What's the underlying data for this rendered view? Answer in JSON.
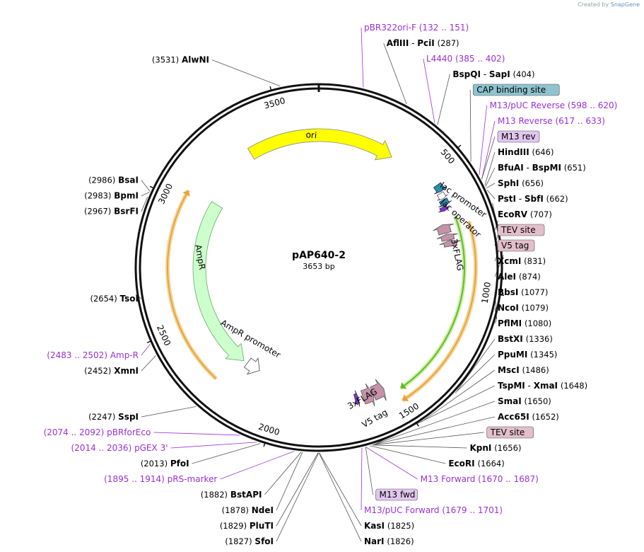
{
  "watermark": {
    "prefix": "Created by",
    "brand": "SnapGene"
  },
  "plasmid": {
    "name": "pAP640-2",
    "size": "3653 bp",
    "length": 3653
  },
  "ticks": [
    {
      "bp": 500,
      "label": "500"
    },
    {
      "bp": 1000,
      "label": "1000"
    },
    {
      "bp": 1500,
      "label": "1500"
    },
    {
      "bp": 2000,
      "label": "2000"
    },
    {
      "bp": 2500,
      "label": "2500"
    },
    {
      "bp": 3000,
      "label": "3000"
    },
    {
      "bp": 3500,
      "label": "3500"
    }
  ],
  "sites": [
    {
      "name": "AlwNI",
      "coord": "(3531)",
      "bp": 3531,
      "side": "L"
    },
    {
      "name": "AflIII",
      "name2": "PciI",
      "coord": "(287)",
      "bp": 287,
      "side": "R"
    },
    {
      "name": "BspQI",
      "name2": "SapI",
      "coord": "(404)",
      "bp": 404,
      "side": "R"
    },
    {
      "name": "HindIII",
      "coord": "(646)",
      "bp": 646,
      "side": "R"
    },
    {
      "name": "BfuAI",
      "name2": "BspMI",
      "coord": "(651)",
      "bp": 651,
      "side": "R"
    },
    {
      "name": "SphI",
      "coord": "(656)",
      "bp": 656,
      "side": "R"
    },
    {
      "name": "PstI",
      "name2": "SbfI",
      "coord": "(662)",
      "bp": 662,
      "side": "R"
    },
    {
      "name": "EcoRV",
      "coord": "(707)",
      "bp": 707,
      "side": "R"
    },
    {
      "name": "XcmI",
      "coord": "(831)",
      "bp": 831,
      "side": "R"
    },
    {
      "name": "AleI",
      "coord": "(874)",
      "bp": 874,
      "side": "R"
    },
    {
      "name": "BbsI",
      "coord": "(1077)",
      "bp": 1077,
      "side": "R"
    },
    {
      "name": "NcoI",
      "coord": "(1079)",
      "bp": 1079,
      "side": "R"
    },
    {
      "name": "PflMI",
      "coord": "(1080)",
      "bp": 1080,
      "side": "R"
    },
    {
      "name": "BstXI",
      "coord": "(1336)",
      "bp": 1336,
      "side": "R"
    },
    {
      "name": "PpuMI",
      "coord": "(1345)",
      "bp": 1345,
      "side": "R"
    },
    {
      "name": "MscI",
      "coord": "(1486)",
      "bp": 1486,
      "side": "R"
    },
    {
      "name": "TspMI",
      "name2": "XmaI",
      "coord": "(1648)",
      "bp": 1648,
      "side": "R"
    },
    {
      "name": "SmaI",
      "coord": "(1650)",
      "bp": 1650,
      "side": "R"
    },
    {
      "name": "Acc65I",
      "coord": "(1652)",
      "bp": 1652,
      "side": "R"
    },
    {
      "name": "KpnI",
      "coord": "(1656)",
      "bp": 1656,
      "side": "R"
    },
    {
      "name": "EcoRI",
      "coord": "(1664)",
      "bp": 1664,
      "side": "R"
    },
    {
      "name": "KasI",
      "coord": "(1825)",
      "bp": 1825,
      "side": "R"
    },
    {
      "name": "NarI",
      "coord": "(1826)",
      "bp": 1826,
      "side": "R"
    },
    {
      "name": "SfoI",
      "coord": "(1827)",
      "bp": 1827,
      "side": "L"
    },
    {
      "name": "PluTI",
      "coord": "(1829)",
      "bp": 1829,
      "side": "L"
    },
    {
      "name": "NdeI",
      "coord": "(1878)",
      "bp": 1878,
      "side": "L"
    },
    {
      "name": "BstAPI",
      "coord": "(1882)",
      "bp": 1882,
      "side": "L"
    },
    {
      "name": "PfoI",
      "coord": "(2013)",
      "bp": 2013,
      "side": "L"
    },
    {
      "name": "SspI",
      "coord": "(2247)",
      "bp": 2247,
      "side": "L"
    },
    {
      "name": "XmnI",
      "coord": "(2452)",
      "bp": 2452,
      "side": "L"
    },
    {
      "name": "TsoI",
      "coord": "(2654)",
      "bp": 2654,
      "side": "L"
    },
    {
      "name": "BsrFI",
      "coord": "(2967)",
      "bp": 2967,
      "side": "L"
    },
    {
      "name": "BpmI",
      "coord": "(2983)",
      "bp": 2983,
      "side": "L"
    },
    {
      "name": "BsaI",
      "coord": "(2986)",
      "bp": 2986,
      "side": "L"
    }
  ],
  "primers": [
    {
      "name": "pBR322ori-F",
      "coord": "(132 .. 151)",
      "bp": 141,
      "side": "R"
    },
    {
      "name": "L4440",
      "coord": "(385 .. 402)",
      "bp": 393,
      "side": "R"
    },
    {
      "name": "M13/pUC Reverse",
      "coord": "(598 .. 620)",
      "bp": 609,
      "side": "R"
    },
    {
      "name": "M13 Reverse",
      "coord": "(617 .. 633)",
      "bp": 625,
      "side": "R"
    },
    {
      "name": "M13 Forward",
      "coord": "(1670 .. 1687)",
      "bp": 1678,
      "side": "R"
    },
    {
      "name": "M13/pUC Forward",
      "coord": "(1679 .. 1701)",
      "bp": 1690,
      "side": "R"
    },
    {
      "name": "pBRforEco",
      "coord": "(2074 .. 2092)",
      "bp": 2083,
      "side": "L"
    },
    {
      "name": "pGEX 3'",
      "coord": "(2014 .. 2036)",
      "bp": 2025,
      "side": "L"
    },
    {
      "name": "pRS-marker",
      "coord": "(1895 .. 1914)",
      "bp": 1904,
      "side": "L"
    },
    {
      "name": "Amp-R",
      "coord": "(2483 .. 2502)",
      "bp": 2492,
      "side": "L"
    }
  ],
  "feature_boxes": [
    {
      "name": "CAP binding site",
      "color": "#8ec3cf",
      "bp": 560
    },
    {
      "name": "M13 rev",
      "color": "#e2c6f0",
      "bp": 625
    },
    {
      "name": "TEV site",
      "color": "#e3bfcb",
      "bp": 765
    },
    {
      "name": "V5 tag",
      "color": "#e3bfcb",
      "bp": 790
    },
    {
      "name": "TEV site",
      "color": "#e3bfcb",
      "bp": 1655
    },
    {
      "name": "M13 fwd",
      "color": "#e2c6f0",
      "bp": 1678
    }
  ],
  "features": {
    "ori": {
      "label": "ori",
      "color": "#ffff00"
    },
    "ampr": {
      "label": "AmpR",
      "color": "#ccffcc"
    },
    "ampr_promoter": {
      "label": "AmpR promoter"
    },
    "lac_promoter": {
      "label": "lac promoter"
    },
    "lac_operator": {
      "label": "lac operator"
    },
    "flag_top": {
      "label": "3xFLAG"
    },
    "flag_bottom": {
      "label": "3xFLAG"
    },
    "v5_bottom": {
      "label": "V5 tag"
    }
  },
  "colors": {
    "backbone": "#111111",
    "primer": "#9b30d9",
    "orf_outline": "#e8a33a",
    "insert": "#66bb22",
    "tag": "#c592a8"
  }
}
